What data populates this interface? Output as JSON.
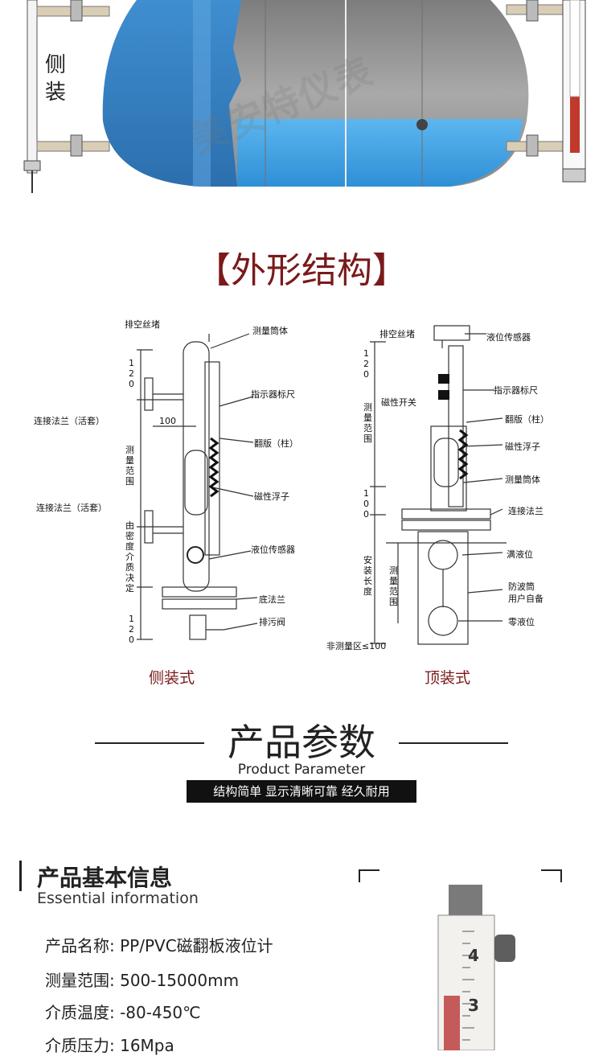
{
  "top": {
    "side_label": "侧\n装",
    "watermark": "美安特仪表"
  },
  "structure": {
    "title": "【外形结构】",
    "side": {
      "labels": {
        "vent_plug": "排空丝堵",
        "measure_tube": "测量筒体",
        "indicator_scale": "指示器标尺",
        "flange_upper": "连接法兰（活套）",
        "dim_100": "100",
        "flip_plate": "翻版（柱）",
        "measure_range": "测量范围",
        "magnetic_float": "磁性浮子",
        "flange_lower": "连接法兰（活套）",
        "density_note": "由密度介质决定",
        "level_sensor": "液位传感器",
        "bottom_flange": "底法兰",
        "dim_120_top": "120",
        "dim_120_bottom": "120",
        "drain_valve": "排污阀"
      },
      "caption": "侧装式"
    },
    "top_mount": {
      "labels": {
        "vent_plug": "排空丝堵",
        "level_sensor": "液位传感器",
        "dim_120": "120",
        "indicator_scale": "指示器标尺",
        "measure_range": "测量范围",
        "magnetic_switch": "磁性开关",
        "flip_plate": "翻版（柱）",
        "magnetic_float": "磁性浮子",
        "measure_tube": "测量筒体",
        "dim_100": "100",
        "connect_flange": "连接法兰",
        "install_length": "安装长度",
        "full_level": "满液位",
        "range2": "测量范围",
        "wave_tube": "防波筒",
        "user_supplied": "用户自备",
        "zero_level": "零液位",
        "non_measure": "非测量区≤100"
      },
      "caption": "顶装式"
    }
  },
  "params": {
    "title": "产品参数",
    "subtitle": "Product Parameter",
    "tagline": "结构简单 显示清晰可靠  经久耐用"
  },
  "basic": {
    "title": "产品基本信息",
    "subtitle": "Essential information",
    "lines": [
      "产品名称: PP/PVC磁翻板液位计",
      "测量范围: 500-15000mm",
      "介质温度: -80-450℃",
      "介质压力: 16Mpa"
    ],
    "scale_numbers": [
      "4",
      "3"
    ]
  },
  "colors": {
    "accent_red": "#7a1a1a",
    "tank_blue": "#3d97d6",
    "tank_grey": "#9a9a9a",
    "tagline_bg": "#111111"
  }
}
